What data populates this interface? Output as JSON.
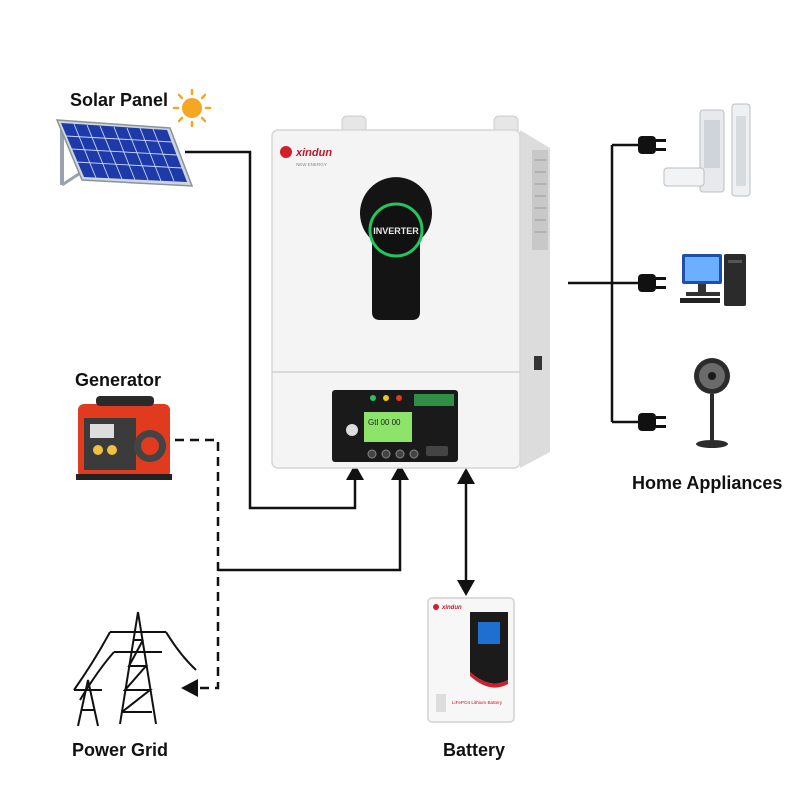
{
  "labels": {
    "solar_panel": "Solar Panel",
    "generator": "Generator",
    "power_grid": "Power Grid",
    "battery": "Battery",
    "home_appliances": "Home Appliances"
  },
  "inverter": {
    "brand": "xindun",
    "brand_sub": "NEW ENERGY",
    "badge": "INVERTER",
    "lcd_text": "Gtl 00 00"
  },
  "battery_unit": {
    "brand": "xindun",
    "label": "LiFePO4 Lithium Battery"
  },
  "colors": {
    "wire": "#111111",
    "inverter_body": "#f2f2f2",
    "control_panel": "#1a1a1a",
    "lcd": "#8ee36a",
    "badge_ring": "#22c55e",
    "solar_cell": "#1e3aa8",
    "sun": "#f5a623",
    "generator": "#e03b1f",
    "battery_accent": "#d11f2a"
  },
  "icons": [
    "sun-icon",
    "plug-icon",
    "air-conditioner-icon",
    "computer-icon",
    "fan-icon",
    "transmission-tower-icon"
  ]
}
